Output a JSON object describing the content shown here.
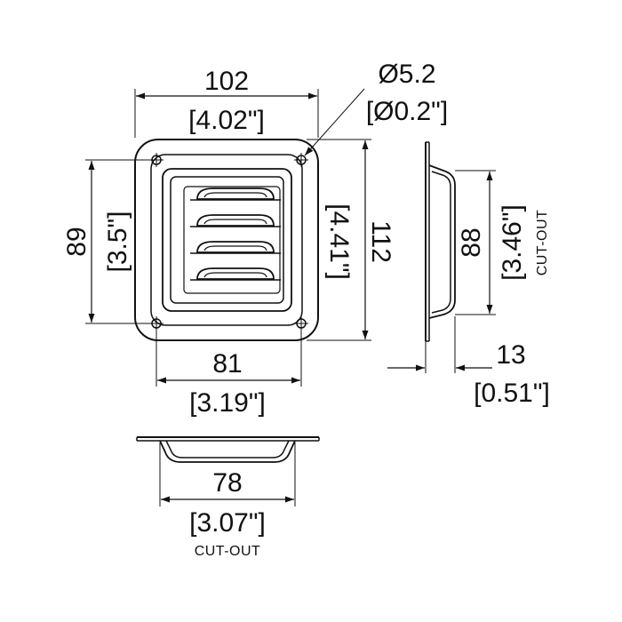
{
  "dimensions": {
    "top_width_mm": "102",
    "top_width_in": "[4.02\"]",
    "hole_dia_mm": "Ø5.2",
    "hole_dia_in": "[Ø0.2\"]",
    "hole_spacing_v_mm": "89",
    "hole_spacing_v_in": "[3.5\"]",
    "height_mm": "112",
    "height_in": "[4.41\"]",
    "hole_spacing_h_mm": "81",
    "hole_spacing_h_in": "[3.19\"]",
    "side_cutout_mm": "88",
    "side_cutout_in": "[3.46\"]",
    "side_cutout_label": "CUT-OUT",
    "depth_mm": "13",
    "depth_in": "[0.51\"]",
    "bottom_cutout_mm": "78",
    "bottom_cutout_in": "[3.07\"]",
    "bottom_cutout_label": "CUT-OUT"
  },
  "colors": {
    "line": "#111111",
    "background": "#ffffff"
  }
}
